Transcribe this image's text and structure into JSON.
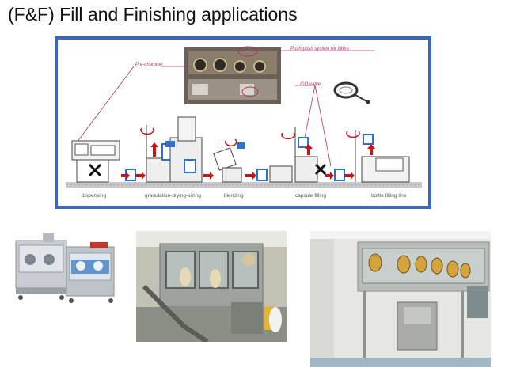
{
  "slide": {
    "title": "(F&F) Fill and Finishing applications"
  },
  "diagram": {
    "callouts": {
      "push_push": "Push-push system for filters",
      "pre_chamber": "Pre-chamber",
      "iso_valve": "ISO valve"
    },
    "steps": [
      {
        "label": "dispensing"
      },
      {
        "label": "granulation-drying-sizing"
      },
      {
        "label": "blending"
      },
      {
        "label": "capsule filling"
      },
      {
        "label": "bottle filling line"
      }
    ],
    "colors": {
      "frame": "#3c68b7",
      "callout_line": "#b0306a",
      "flow_arrow": "#c01818",
      "container_blue": "#2f6fd0"
    }
  },
  "photos": [
    {
      "name": "isolator-units-photo"
    },
    {
      "name": "isolator-room-photo"
    },
    {
      "name": "isolator-line-photo"
    }
  ]
}
